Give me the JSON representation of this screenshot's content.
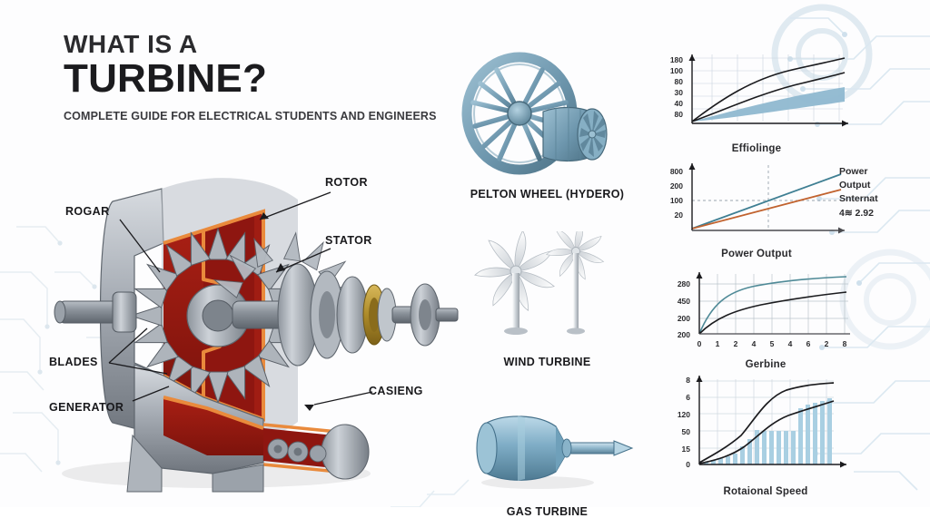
{
  "header": {
    "line1": "WHAT IS A",
    "line2": "TURBINE?",
    "subtitle": "COMPLETE GUIDE FOR ELECTRICAL STUDENTS AND ENGINEERS"
  },
  "diagram": {
    "name": "turbine-cutaway",
    "labels": [
      {
        "id": "rotor",
        "text": "ROTOR"
      },
      {
        "id": "stator",
        "text": "STATOR"
      },
      {
        "id": "rogar",
        "text": "ROGAR"
      },
      {
        "id": "blades",
        "text": "BLADES"
      },
      {
        "id": "generator",
        "text": "GENERATOR"
      },
      {
        "id": "casieng",
        "text": "CASIENG"
      }
    ],
    "colors": {
      "metal_light": "#c8ccd2",
      "metal_mid": "#9aa0a8",
      "metal_dark": "#6e747c",
      "cavity_red": "#9e1b12",
      "outline_orange": "#e98a3c",
      "brass": "#b8942f"
    }
  },
  "turbine_types": [
    {
      "id": "pelton",
      "caption": "PELTON WHEEL (HYDERO)",
      "color": "#6e96ad"
    },
    {
      "id": "wind",
      "caption": "WIND TURBINE",
      "color": "#e8eaec"
    },
    {
      "id": "gas",
      "caption": "GAS TURBINE",
      "color": "#7fadc6"
    }
  ],
  "chart_data": [
    {
      "id": "chart-efficiency",
      "type": "area",
      "title": "",
      "xlabel": "Effiolinge",
      "ylabel": "",
      "yticks": [
        "180",
        "100",
        "80",
        "30",
        "40",
        "80"
      ],
      "xticks": [],
      "grid": true,
      "series": [
        {
          "name": "upper-curve",
          "color": "#1b1b1e",
          "values": [
            0,
            34,
            58,
            74,
            84,
            92,
            98,
            104
          ]
        },
        {
          "name": "lower-curve",
          "color": "#1b1b1e",
          "values": [
            0,
            20,
            36,
            50,
            62,
            72,
            80,
            86
          ]
        },
        {
          "name": "band-fill",
          "color": "#8fb8d0",
          "values": [
            0,
            10,
            20,
            30,
            40,
            50,
            58,
            66
          ]
        }
      ]
    },
    {
      "id": "chart-power-output",
      "type": "line",
      "title": "",
      "xlabel": "Power Output",
      "ylabel": "",
      "yticks": [
        "800",
        "200",
        "100",
        "20"
      ],
      "xticks": [],
      "grid": false,
      "guides": {
        "horizontal": "100",
        "vertical": "mid"
      },
      "series": [
        {
          "name": "teal-line",
          "color": "#3f7f93",
          "values": [
            0,
            100
          ]
        },
        {
          "name": "orange-line",
          "color": "#c1622e",
          "values": [
            0,
            68
          ]
        }
      ],
      "annotation": "Power\nOutput\nSnternat\n4≋ 2.92"
    },
    {
      "id": "chart-turbine",
      "type": "line",
      "title": "",
      "xlabel": "Gerbine",
      "ylabel": "",
      "yticks": [
        "280",
        "450",
        "200",
        "200"
      ],
      "xticks": [
        "0",
        "1",
        "2",
        "4",
        "5",
        "4",
        "6",
        "2",
        "8"
      ],
      "grid": true,
      "series": [
        {
          "name": "teal-curve",
          "color": "#4f8a97",
          "values": [
            0,
            42,
            60,
            72,
            80,
            86,
            90,
            94,
            97,
            100
          ]
        },
        {
          "name": "black-curve",
          "color": "#1b1b1e",
          "values": [
            0,
            24,
            38,
            48,
            56,
            62,
            68,
            72,
            76,
            80
          ]
        }
      ]
    },
    {
      "id": "chart-rotational-speed",
      "type": "bar",
      "title": "",
      "xlabel": "Rotaional Speed",
      "ylabel": "",
      "yticks": [
        "8",
        "6",
        "120",
        "50",
        "15",
        "0"
      ],
      "xticks": [],
      "grid": true,
      "bar_color": "#a9cfe2",
      "values": [
        3,
        5,
        7,
        9,
        12,
        20,
        28,
        38,
        47,
        47,
        47,
        47,
        47,
        62,
        66,
        70,
        74,
        78,
        82
      ],
      "series": [
        {
          "name": "upper-s-curve",
          "color": "#1b1b1e",
          "values": [
            2,
            14,
            26,
            38,
            54,
            70,
            82,
            89,
            92,
            93,
            94
          ]
        },
        {
          "name": "lower-s-curve",
          "color": "#1b1b1e",
          "values": [
            1,
            6,
            12,
            20,
            32,
            44,
            52,
            58,
            64,
            70,
            76
          ]
        }
      ]
    }
  ]
}
